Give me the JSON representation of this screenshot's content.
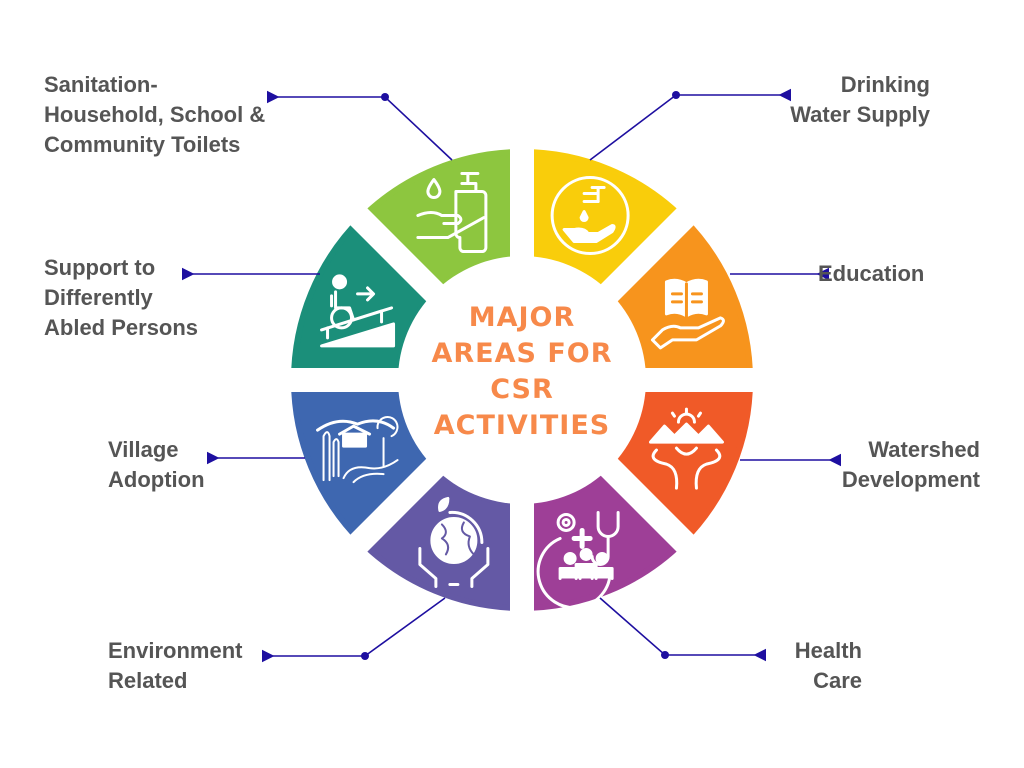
{
  "center_title": [
    "MAJOR",
    "AREAS FOR",
    "CSR",
    "ACTIVITIES"
  ],
  "colors": {
    "line": "#1E0FA0",
    "text": "#555555",
    "title": "#F7894A"
  },
  "areas": [
    {
      "id": "drinking-water",
      "lines": [
        "Drinking",
        "Water Supply"
      ],
      "color": "#F9CD0B",
      "icon": "tap-hand-icon"
    },
    {
      "id": "education",
      "lines": [
        "Education"
      ],
      "color": "#F7941D",
      "icon": "book-hand-icon"
    },
    {
      "id": "watershed",
      "lines": [
        "Watershed",
        "Development"
      ],
      "color": "#F05A28",
      "icon": "watershed-icon"
    },
    {
      "id": "health",
      "lines": [
        "Health",
        "Care"
      ],
      "color": "#9E3F97",
      "icon": "health-care-icon"
    },
    {
      "id": "environment",
      "lines": [
        "Environment",
        "Related"
      ],
      "color": "#6459A5",
      "icon": "globe-hands-icon"
    },
    {
      "id": "village",
      "lines": [
        "Village",
        "Adoption"
      ],
      "color": "#3E67B0",
      "icon": "village-landscape-icon"
    },
    {
      "id": "disabled",
      "lines": [
        "Support to",
        "Differently",
        "Abled Persons"
      ],
      "color": "#1B8F7A",
      "icon": "wheelchair-ramp-icon"
    },
    {
      "id": "sanitation",
      "lines": [
        "Sanitation-",
        "Household, School &",
        "Community Toilets"
      ],
      "color": "#8DC63F",
      "icon": "soap-hand-icon"
    }
  ]
}
